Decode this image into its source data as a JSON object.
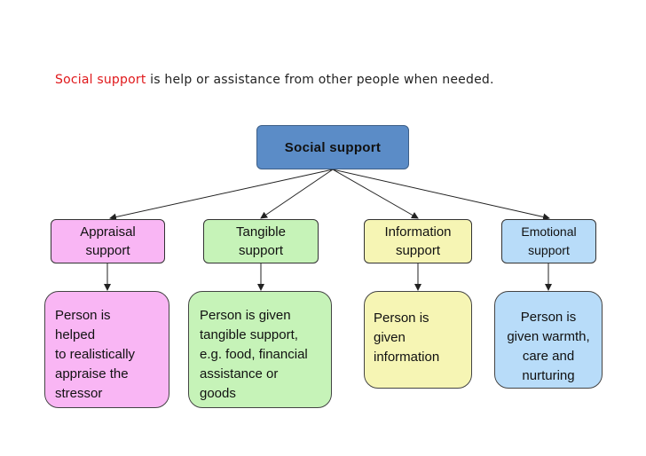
{
  "intro": {
    "keyword": "Social support",
    "rest": " is help or assistance from other people when needed."
  },
  "root": {
    "label": "Social support"
  },
  "categories": [
    {
      "label": "Appraisal\nsupport",
      "description": "Person is\nhelped\nto realistically\nappraise the\nstressor"
    },
    {
      "label": "Tangible\nsupport",
      "description": "Person is given\ntangible support,\ne.g. food, financial\nassistance or\ngoods"
    },
    {
      "label": "Information\nsupport",
      "description": "Person is\ngiven\ninformation"
    },
    {
      "label": "Emotional\nsupport",
      "description": "Person is\ngiven warmth,\ncare and\nnurturing"
    }
  ],
  "colors": {
    "root": "#5b8cc7",
    "appraisal": "#f9b6f4",
    "tangible": "#c6f3b8",
    "information": "#f6f5b4",
    "emotional": "#b8dcf9",
    "keyword": "#e0181b"
  }
}
